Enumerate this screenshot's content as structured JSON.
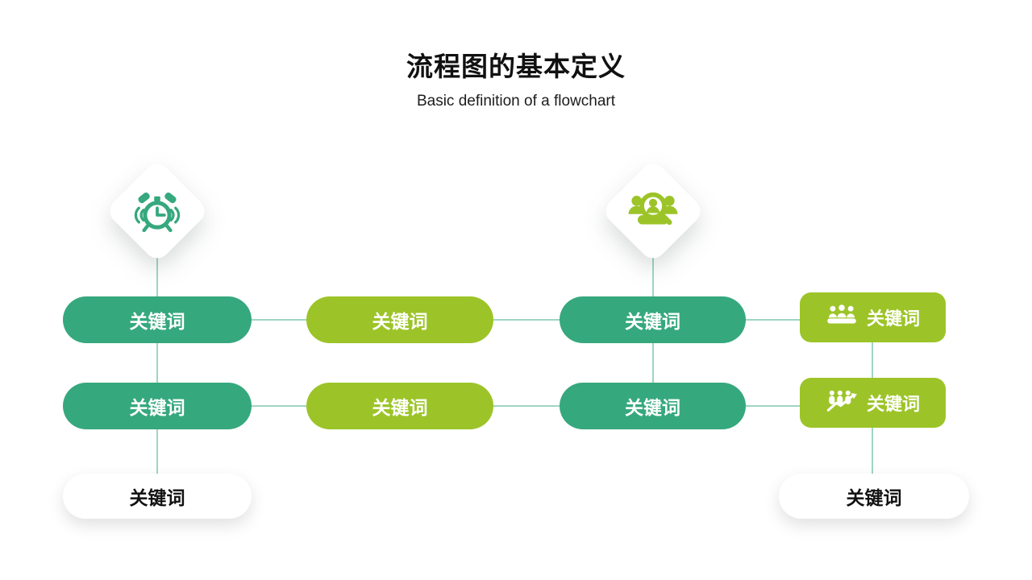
{
  "header": {
    "title": "流程图的基本定义",
    "subtitle": "Basic definition of a flowchart"
  },
  "colors": {
    "green": "#36a87e",
    "lime": "#9cc428",
    "connector": "#9ed6c1",
    "node_background": "#ffffff",
    "text_dark": "#111111",
    "text_light": "#ffffff"
  },
  "diagram": {
    "diamonds": [
      {
        "icon": "alarm-clock-icon"
      },
      {
        "icon": "people-search-icon"
      }
    ],
    "row1": [
      "关键词",
      "关键词",
      "关键词"
    ],
    "row1_card": {
      "icon": "meeting-icon",
      "label": "关键词"
    },
    "row2": [
      "关键词",
      "关键词",
      "关键词"
    ],
    "row2_card": {
      "icon": "people-growth-icon",
      "label": "关键词"
    },
    "row3": [
      "关键词",
      "关键词"
    ]
  }
}
